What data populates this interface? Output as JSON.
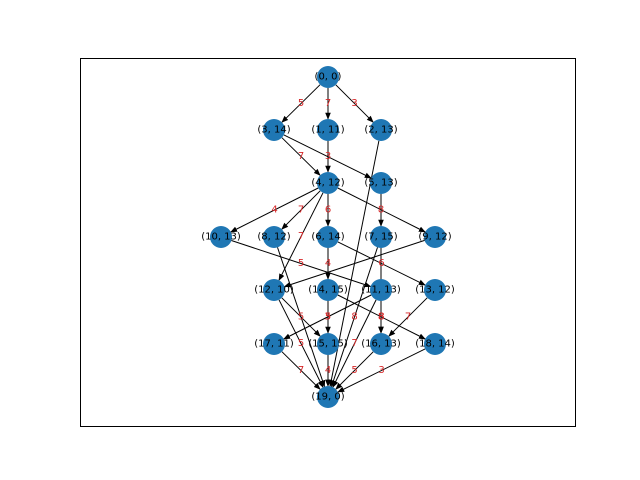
{
  "colors": {
    "node_fill": "#1f77b4",
    "edge_stroke": "#000000",
    "edge_label": "#d62728",
    "node_text": "#000000"
  },
  "nodes": [
    {
      "id": "0_0",
      "label": "(0, 0)"
    },
    {
      "id": "3_14",
      "label": "(3, 14)"
    },
    {
      "id": "1_11",
      "label": "(1, 11)"
    },
    {
      "id": "2_13",
      "label": "(2, 13)"
    },
    {
      "id": "4_12",
      "label": "(4, 12)"
    },
    {
      "id": "5_13",
      "label": "(5, 13)"
    },
    {
      "id": "10_13",
      "label": "(10, 13)"
    },
    {
      "id": "8_12",
      "label": "(8, 12)"
    },
    {
      "id": "6_14",
      "label": "(6, 14)"
    },
    {
      "id": "7_15",
      "label": "(7, 15)"
    },
    {
      "id": "9_12",
      "label": "(9, 12)"
    },
    {
      "id": "12_10",
      "label": "(12, 10)"
    },
    {
      "id": "14_15",
      "label": "(14, 15)"
    },
    {
      "id": "11_13",
      "label": "(11, 13)"
    },
    {
      "id": "13_12",
      "label": "(13, 12)"
    },
    {
      "id": "17_11",
      "label": "(17, 11)"
    },
    {
      "id": "15_15",
      "label": "(15, 15)"
    },
    {
      "id": "16_13",
      "label": "(16, 13)"
    },
    {
      "id": "18_14",
      "label": "(18, 14)"
    },
    {
      "id": "19_0",
      "label": "(19, 0)"
    }
  ],
  "edges": [
    {
      "from": "0_0",
      "to": "3_14",
      "weight": "5"
    },
    {
      "from": "0_0",
      "to": "1_11",
      "weight": "7"
    },
    {
      "from": "0_0",
      "to": "2_13",
      "weight": "3"
    },
    {
      "from": "3_14",
      "to": "4_12",
      "weight": "7"
    },
    {
      "from": "3_14",
      "to": "5_13",
      "weight": ""
    },
    {
      "from": "1_11",
      "to": "4_12",
      "weight": "3"
    },
    {
      "from": "2_13",
      "to": "19_0",
      "weight": ""
    },
    {
      "from": "4_12",
      "to": "10_13",
      "weight": "4"
    },
    {
      "from": "4_12",
      "to": "8_12",
      "weight": "7"
    },
    {
      "from": "4_12",
      "to": "6_14",
      "weight": "6"
    },
    {
      "from": "4_12",
      "to": "12_10",
      "weight": "7"
    },
    {
      "from": "4_12",
      "to": "9_12",
      "weight": ""
    },
    {
      "from": "4_12",
      "to": "19_0",
      "weight": ""
    },
    {
      "from": "5_13",
      "to": "7_15",
      "weight": "8"
    },
    {
      "from": "10_13",
      "to": "11_13",
      "weight": "5"
    },
    {
      "from": "8_12",
      "to": "19_0",
      "weight": "5"
    },
    {
      "from": "6_14",
      "to": "14_15",
      "weight": "4"
    },
    {
      "from": "6_14",
      "to": "13_12",
      "weight": "6"
    },
    {
      "from": "7_15",
      "to": "16_13",
      "weight": "7"
    },
    {
      "from": "7_15",
      "to": "19_0",
      "weight": "8"
    },
    {
      "from": "9_12",
      "to": "12_10",
      "weight": ""
    },
    {
      "from": "12_10",
      "to": "15_15",
      "weight": ""
    },
    {
      "from": "12_10",
      "to": "19_0",
      "weight": "5"
    },
    {
      "from": "14_15",
      "to": "15_15",
      "weight": "5"
    },
    {
      "from": "14_15",
      "to": "18_14",
      "weight": "8"
    },
    {
      "from": "11_13",
      "to": "16_13",
      "weight": "8"
    },
    {
      "from": "11_13",
      "to": "17_11",
      "weight": "3"
    },
    {
      "from": "13_12",
      "to": "16_13",
      "weight": "7"
    },
    {
      "from": "17_11",
      "to": "19_0",
      "weight": "7"
    },
    {
      "from": "15_15",
      "to": "19_0",
      "weight": "4"
    },
    {
      "from": "16_13",
      "to": "19_0",
      "weight": "5"
    },
    {
      "from": "18_14",
      "to": "19_0",
      "weight": "3"
    },
    {
      "from": "11_13",
      "to": "19_0",
      "weight": "7"
    }
  ]
}
